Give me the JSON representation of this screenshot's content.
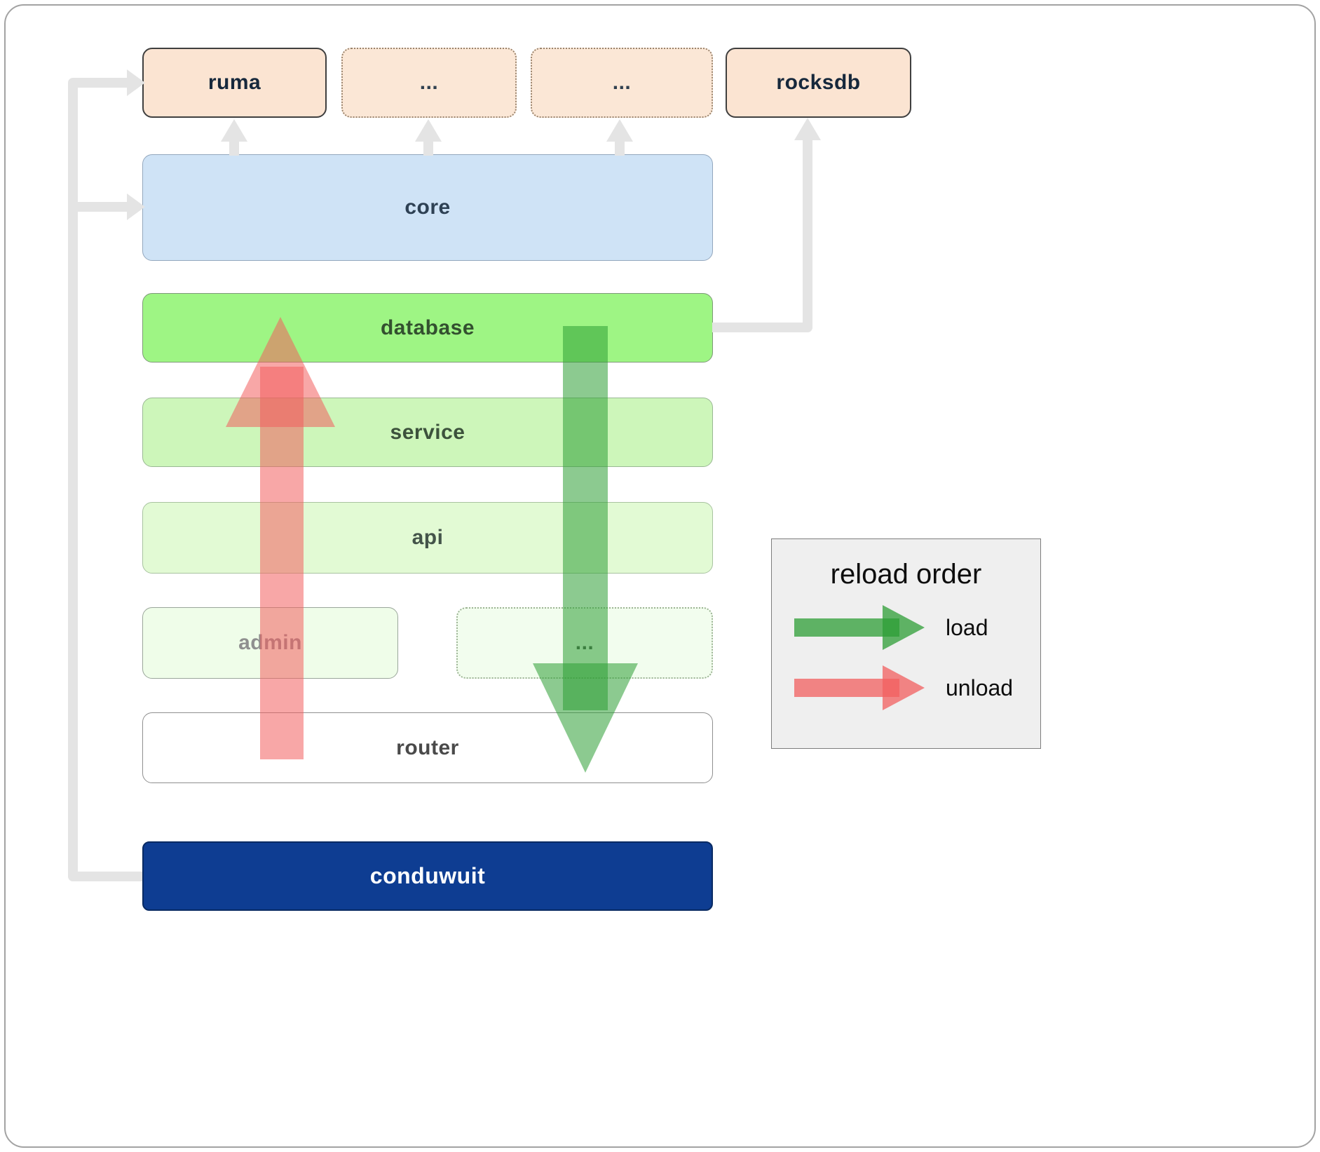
{
  "boxes": {
    "ruma": "ruma",
    "ext1": "...",
    "ext2": "...",
    "rocksdb": "rocksdb",
    "core": "core",
    "database": "database",
    "service": "service",
    "api": "api",
    "admin": "admin",
    "more": "...",
    "router": "router",
    "conduwuit": "conduwuit"
  },
  "legend": {
    "title": "reload order",
    "load_label": "load",
    "unload_label": "unload"
  },
  "colors": {
    "load": "#2d9e35",
    "unload": "#f25f5f",
    "connector_gray": "#e4e4e4",
    "peach": "#fbe4d2",
    "core_blue": "#cfe3f6",
    "database_green": "#9ef584",
    "conduwuit_navy": "#0e3d92"
  }
}
